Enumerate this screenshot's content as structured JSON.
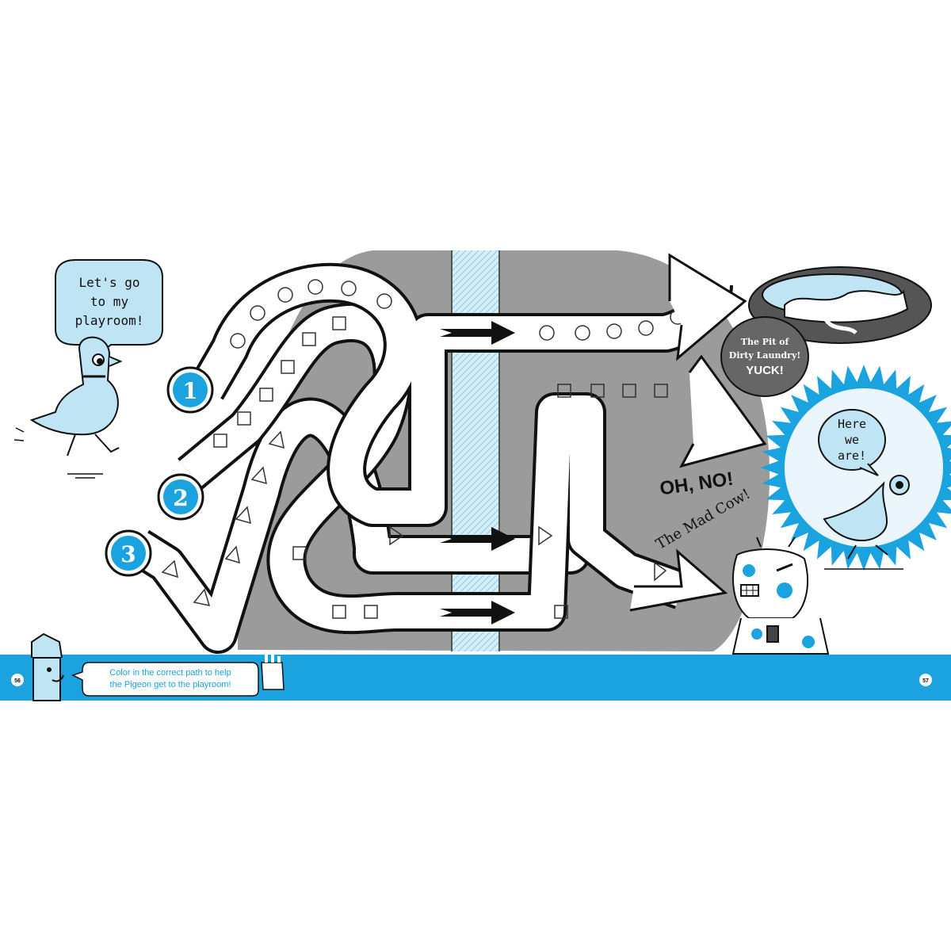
{
  "speech": {
    "pigeon_start": [
      "Let's go",
      "to my",
      "playroom!"
    ],
    "pigeon_end": [
      "Here",
      "we",
      "are!"
    ],
    "laundry": [
      "The Pit of",
      "Dirty Laundry!",
      "YUCK!"
    ],
    "cow_exclaim": "OH, NO!",
    "cow_name": "The Mad Cow!"
  },
  "paths": [
    {
      "label": "1"
    },
    {
      "label": "2"
    },
    {
      "label": "3"
    }
  ],
  "footer": {
    "instruction_line1": "Color in the correct path to help",
    "instruction_line2": "the Pigeon get to the playroom!",
    "page_left": "56",
    "page_right": "57"
  },
  "colors": {
    "accent_blue": "#1aa3de",
    "light_blue": "#bfe4f4",
    "gray": "#9a9a9a",
    "dark": "#111111"
  }
}
